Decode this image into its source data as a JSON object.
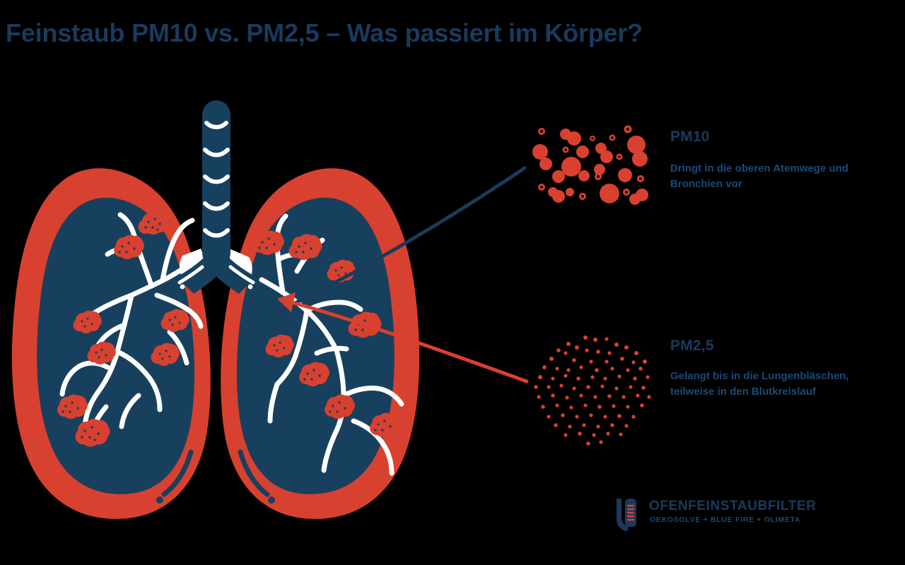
{
  "page": {
    "title": "Feinstaub PM10 vs. PM2,5 – Was passiert im Körper?",
    "background_color": "#000000"
  },
  "colors": {
    "navy": "#1b3a5c",
    "navy_deep": "#17405e",
    "red": "#d8412f",
    "white": "#ffffff",
    "text_body": "#1b4a73"
  },
  "illustration": {
    "name": "lungs-cross-section",
    "parts": {
      "trachea": "trachea-with-cartilage-rings",
      "left_lung": "left-lung",
      "right_lung": "right-lung",
      "bronchial_tree": "bronchial-tree",
      "alveoli": "alveoli-clusters"
    }
  },
  "callouts": [
    {
      "id": "pm10",
      "heading": "PM10",
      "body": "Dringt in die oberen Atemwege und Bronchien vor",
      "cluster": "pm10-particle-cluster",
      "cluster_shape": "scattered-rectangular",
      "particle_size": "large",
      "connector_color": "#1b3a5c",
      "connector": "pm10-connector-line"
    },
    {
      "id": "pm25",
      "heading": "PM2,5",
      "body": "Gelangt bis in die Lungenbläschen, teilweise in den Blutkreislauf",
      "cluster": "pm25-particle-cluster",
      "cluster_shape": "dense-circular",
      "particle_size": "small",
      "connector_color": "#d8412f",
      "connector": "pm25-connector-arrow"
    }
  ],
  "brand": {
    "name": "OFENFEINSTAUBFILTER",
    "subtitle": "OEKOSOLVE + BLUE FIRE + OLIMETA",
    "logo_icon": "filter-cartridge-icon"
  }
}
